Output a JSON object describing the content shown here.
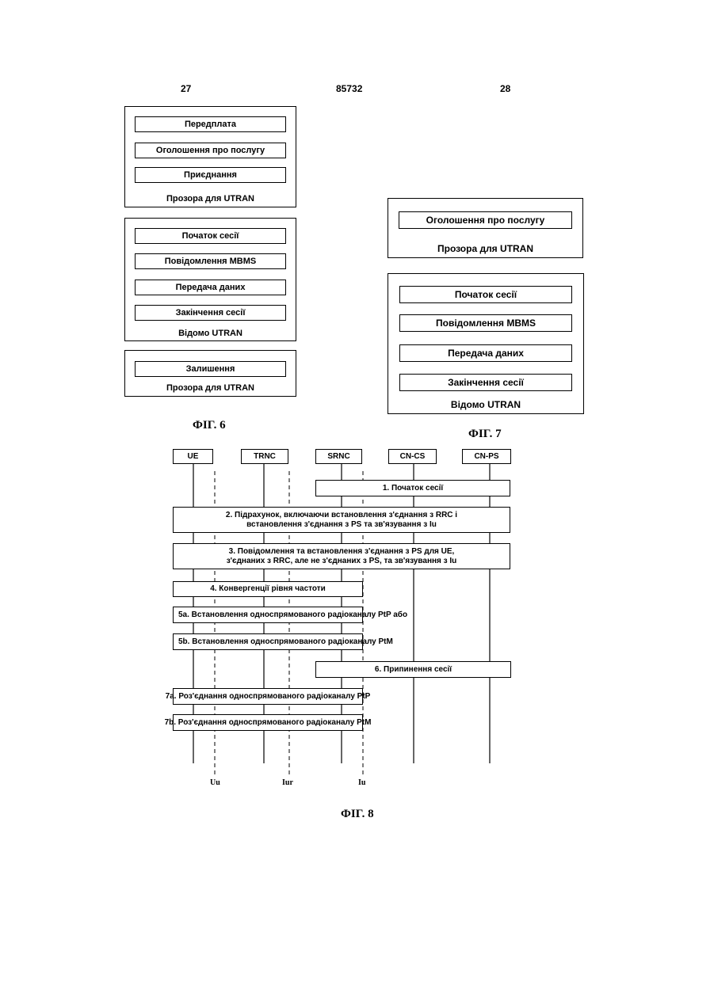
{
  "page": {
    "left_number": "27",
    "center_number": "85732",
    "right_number": "28"
  },
  "fig6": {
    "caption": "ФІГ. 6",
    "group1": {
      "items": [
        "Передплата",
        "Оголошення про послугу",
        "Приєднання"
      ],
      "label": "Прозора для UTRAN"
    },
    "group2": {
      "items": [
        "Початок сесії",
        "Повідомлення MBMS",
        "Передача даних",
        "Закінчення сесії"
      ],
      "label": "Відомо UTRAN"
    },
    "group3": {
      "items": [
        "Залишення"
      ],
      "label": "Прозора для UTRAN"
    }
  },
  "fig7": {
    "caption": "ФІГ. 7",
    "group1": {
      "items": [
        "Оголошення про послугу"
      ],
      "label": "Прозора для UTRAN"
    },
    "group2": {
      "items": [
        "Початок сесії",
        "Повідомлення MBMS",
        "Передача даних",
        "Закінчення сесії"
      ],
      "label": "Відомо UTRAN"
    }
  },
  "fig8": {
    "caption": "ФІГ. 8",
    "entities": [
      "UE",
      "TRNC",
      "SRNC",
      "CN-CS",
      "CN-PS"
    ],
    "interfaces": [
      "Uu",
      "Iur",
      "Iu"
    ],
    "messages": [
      {
        "lines": [
          "1. Початок сесії"
        ]
      },
      {
        "lines": [
          "2. Підрахунок, включаючи встановлення з'єднання з RRC і",
          "встановлення з'єднання  з PS та зв'язування з Iu"
        ]
      },
      {
        "lines": [
          "3. Повідомлення та встановлення з'єднання з PS для UE,",
          "з'єднаних з RRC, але не з'єднаних з PS, та зв'язування з Iu"
        ]
      },
      {
        "lines": [
          "4. Конвергенції рівня частоти"
        ]
      },
      {
        "lines": [
          "5a. Встановлення односпрямованого радіоканалу PtP або"
        ]
      },
      {
        "lines": [
          "5b. Встановлення односпрямованого радіоканалу PtM"
        ]
      },
      {
        "lines": [
          "6. Припинення сесії"
        ]
      },
      {
        "lines": [
          "7a. Роз'єднання односпрямованого радіоканалу PtP"
        ]
      },
      {
        "lines": [
          "7b. Роз'єднання односпрямованого радіоканалу PtM"
        ]
      }
    ]
  }
}
